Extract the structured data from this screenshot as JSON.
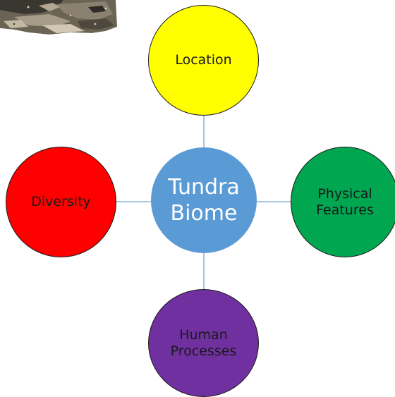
{
  "diagram": {
    "center": {
      "label": "Tundra\nBiome",
      "color": "#5b9bd5",
      "text_color": "#ffffff"
    },
    "nodes": {
      "top": {
        "label": "Location",
        "color": "#ffff00"
      },
      "left": {
        "label": "Diversity",
        "color": "#ff0000"
      },
      "right": {
        "label": "Physical\nFeatures",
        "color": "#00a650"
      },
      "bottom": {
        "label": "Human\nProcesses",
        "color": "#7030a0"
      }
    },
    "connector_color": "#a9c4e0",
    "border_color": "#1a1a1a"
  }
}
